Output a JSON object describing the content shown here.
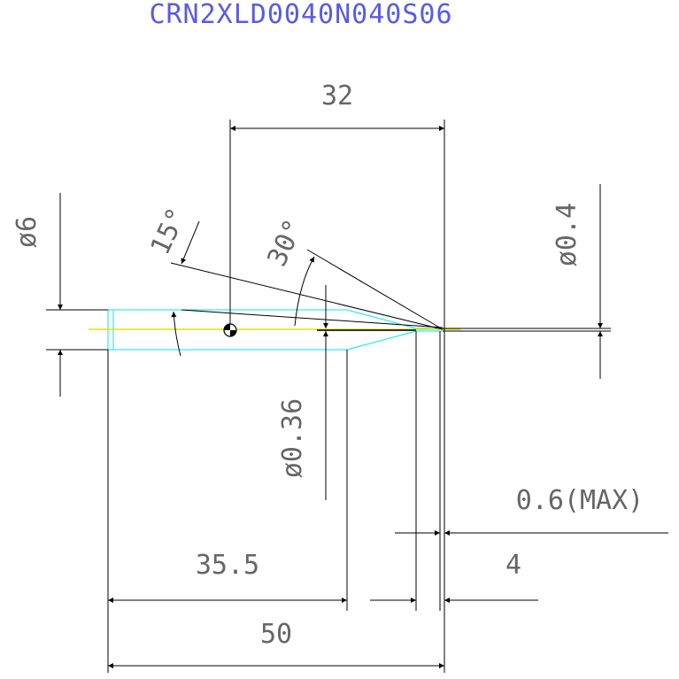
{
  "part_number": "CRN2XLD0040N040S06",
  "dimensions": {
    "overall_length": "32",
    "angle_15": "15°",
    "angle_30": "30°",
    "shank_diameter": "ø6",
    "tip_diameter": "ø0.4",
    "neck_diameter": "ø0.36",
    "max_length": "0.6(MAX)",
    "flute_length": "4",
    "shank_length": "35.5",
    "total_length": "50"
  },
  "colors": {
    "title": "#5a5ae6",
    "line": "#000000",
    "dim_text": "#666666",
    "outline": "#00e5ff",
    "centerline": "#e8e000"
  }
}
